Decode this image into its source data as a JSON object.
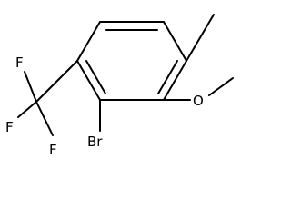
{
  "molecule": {
    "atoms": {
      "fluorine_top": "F",
      "fluorine_left": "F",
      "fluorine_bottom": "F",
      "bromine": "Br",
      "oxygen": "O"
    }
  }
}
